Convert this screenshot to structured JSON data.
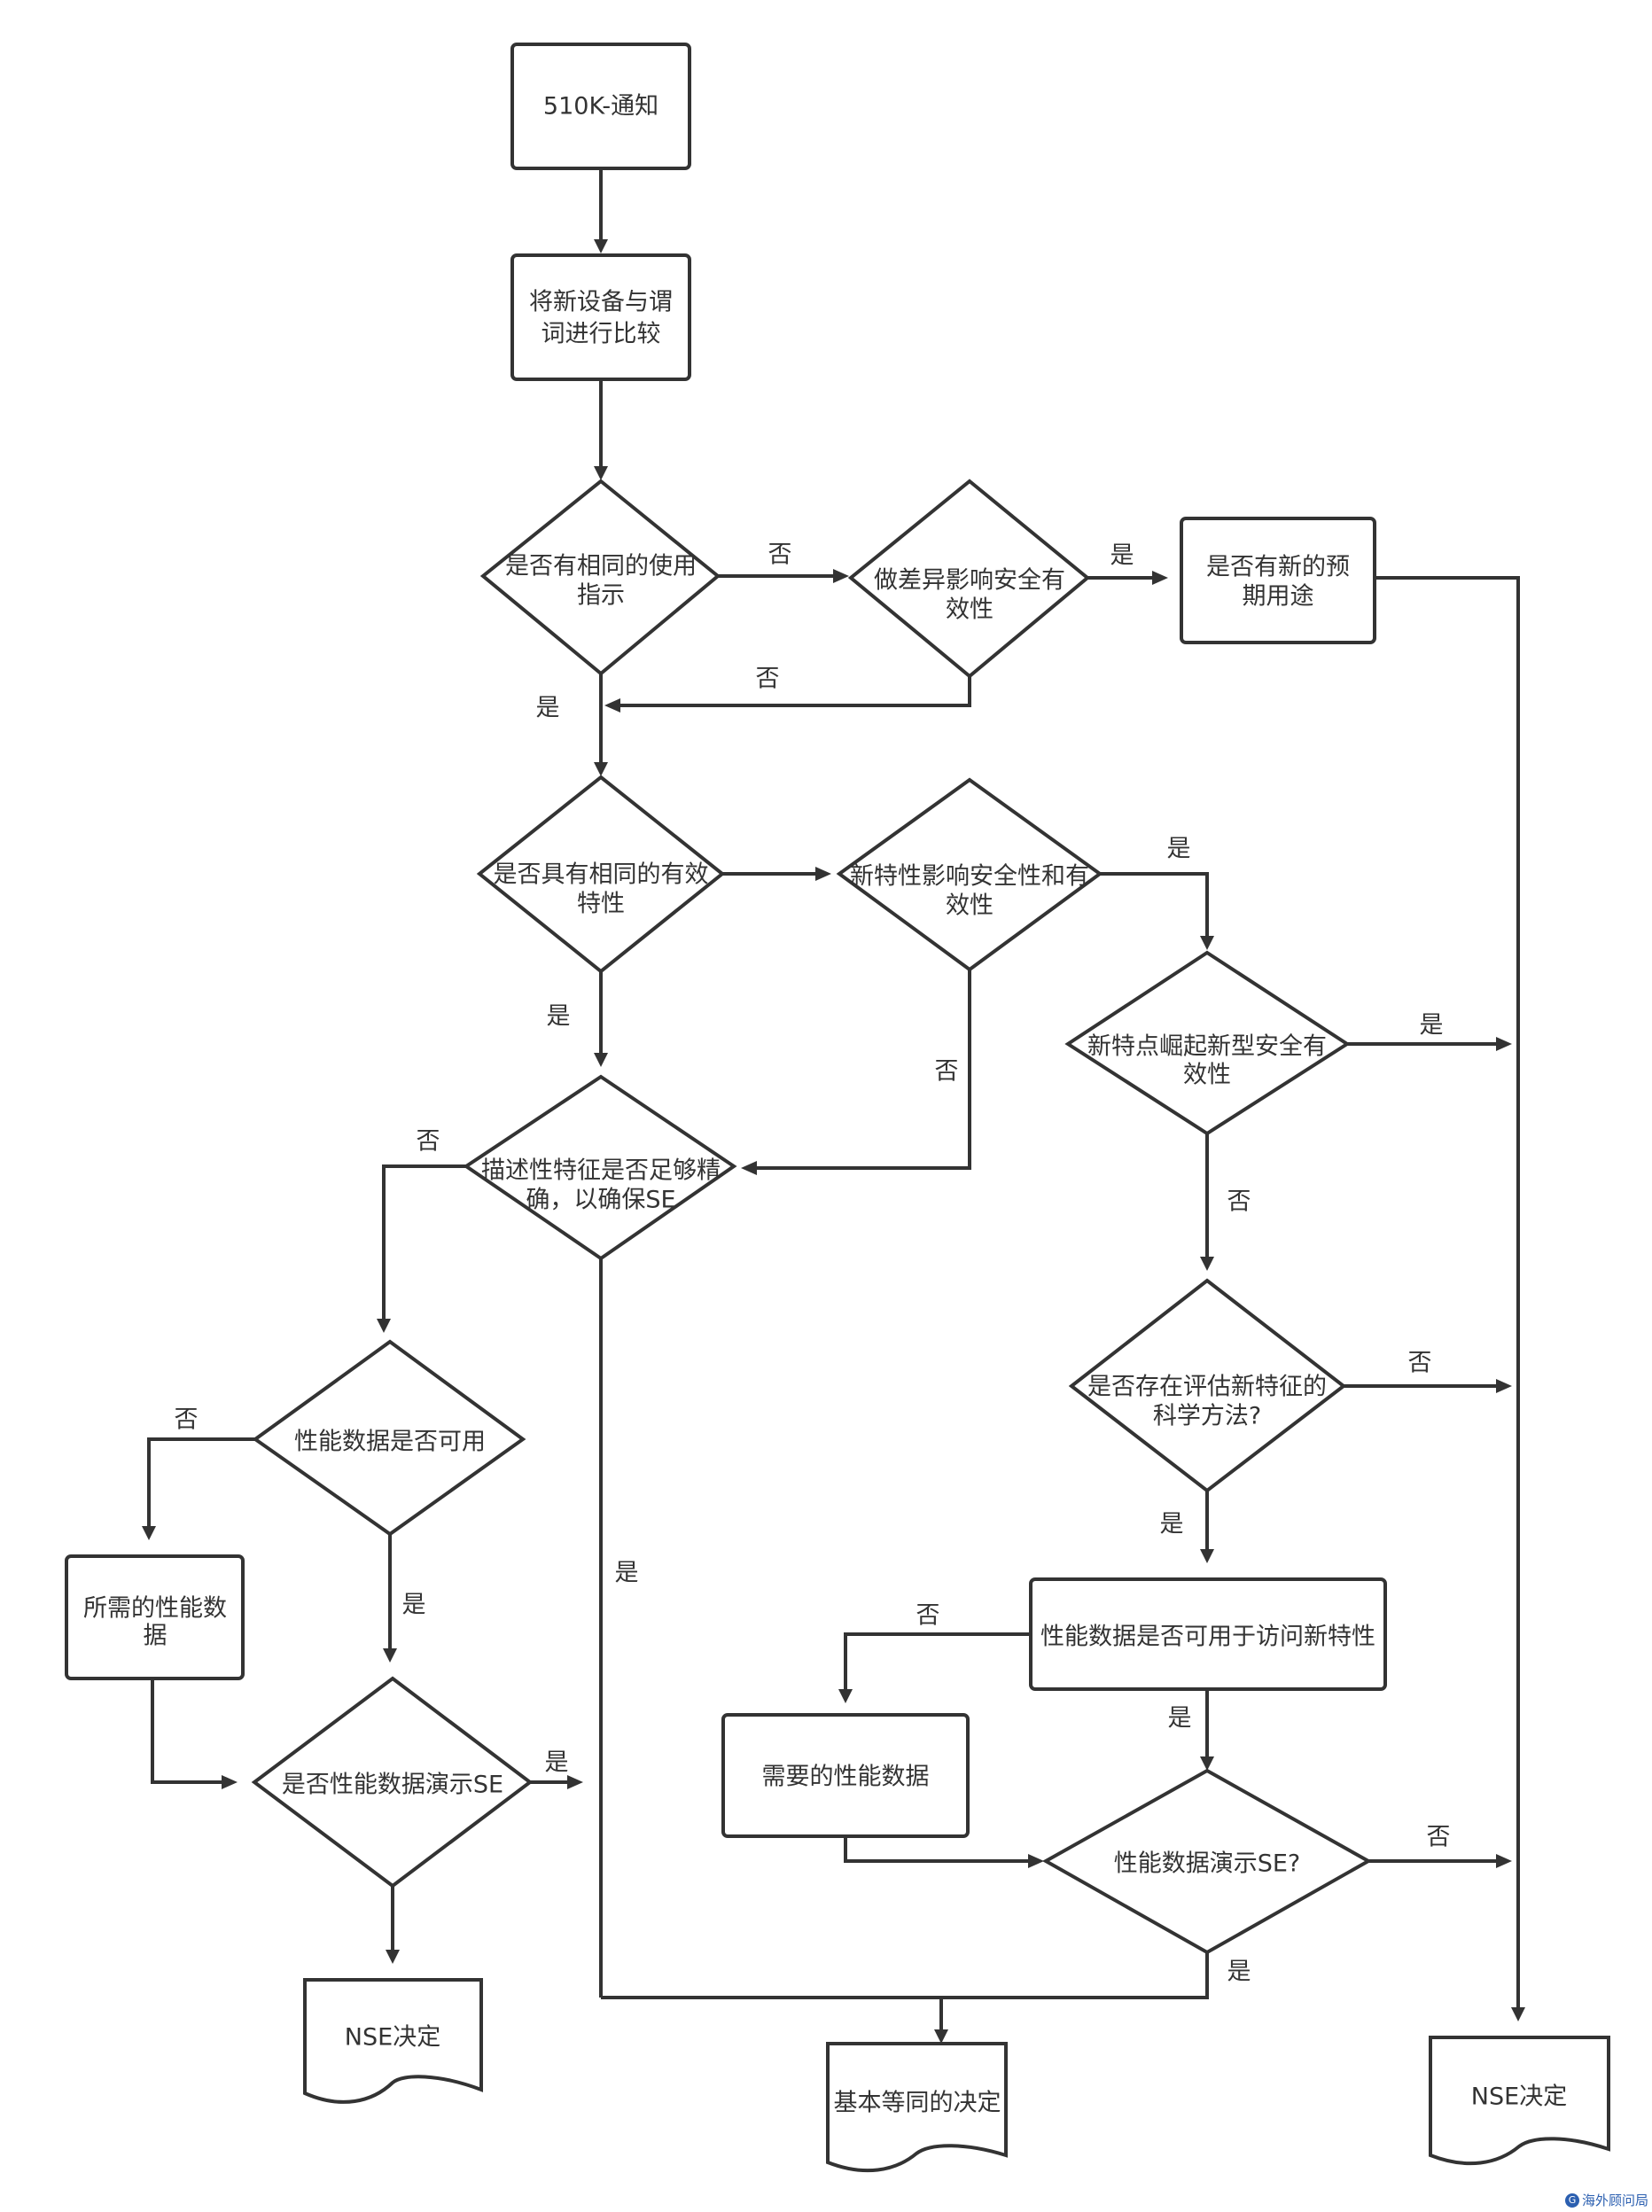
{
  "nodes": {
    "start": "510K-通知",
    "compare": [
      "将新设备与谓",
      "词进行比较"
    ],
    "same_use": [
      "是否有相同的使用",
      "指示"
    ],
    "diff_affect": [
      "做差异影响安全有",
      "效性"
    ],
    "new_use": [
      "是否有新的预",
      "期用途"
    ],
    "same_tech": [
      "是否具有相同的有效",
      "特性"
    ],
    "new_feature_affect": [
      "新特性影响安全性和有",
      "效性"
    ],
    "new_feature_raise": [
      "新特点崛起新型安全有",
      "效性"
    ],
    "desc_accurate": [
      "描述性特征是否足够精",
      "确，以确保SE"
    ],
    "sci_method": [
      "是否存在评估新特征的",
      "科学方法?"
    ],
    "perf_avail": "性能数据是否可用",
    "perf_needed_left": [
      "所需的性能数",
      "据"
    ],
    "perf_demo_se": "是否性能数据演示SE",
    "perf_avail_new": "性能数据是否可用于访问新特性",
    "perf_needed_right": "需要的性能数据",
    "perf_demo_se_q": "性能数据演示SE?",
    "nse_left": "NSE决定",
    "se_decision": "基本等同的决定",
    "nse_right": "NSE决定"
  },
  "edge_labels": {
    "yes": "是",
    "no": "否"
  },
  "watermark": {
    "text": "海外顾问局",
    "badge": "G"
  },
  "colors": {
    "stroke": "#333333",
    "fill": "#ffffff",
    "watermark": "#2b5fb0"
  }
}
